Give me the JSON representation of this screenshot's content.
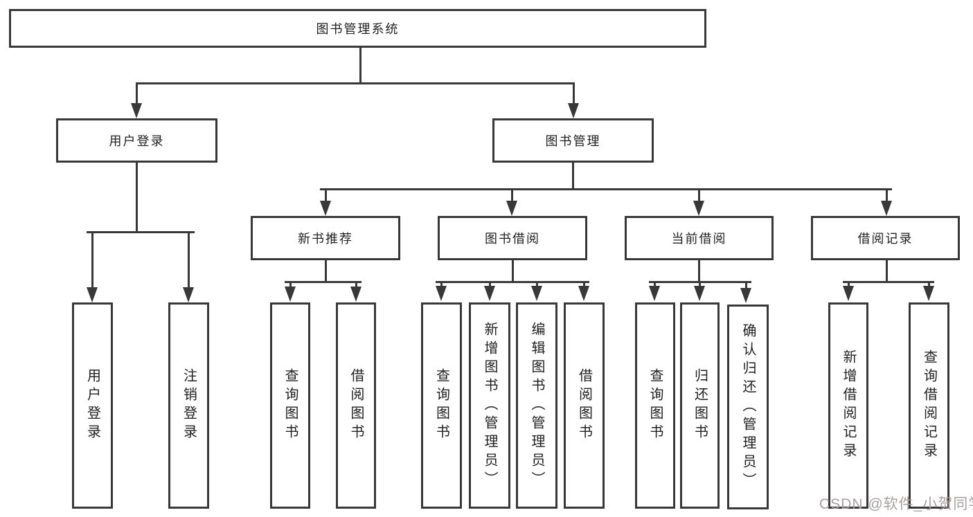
{
  "diagram": {
    "root_label": "图书管理系统",
    "level2": [
      {
        "label": "用户登录"
      },
      {
        "label": "图书管理"
      }
    ],
    "level3": [
      {
        "label": "新书推荐"
      },
      {
        "label": "图书借阅"
      },
      {
        "label": "当前借阅"
      },
      {
        "label": "借阅记录"
      }
    ],
    "leaves": [
      {
        "label": "用户登录"
      },
      {
        "label": "注销登录"
      },
      {
        "label": "查询图书"
      },
      {
        "label": "借阅图书"
      },
      {
        "label": "查询图书"
      },
      {
        "label": "新增图书（管理员）"
      },
      {
        "label": "编辑图书（管理员）"
      },
      {
        "label": "借阅图书"
      },
      {
        "label": "查询图书"
      },
      {
        "label": "归还图书"
      },
      {
        "label": "确认归还（管理员）"
      },
      {
        "label": "新增借阅记录"
      },
      {
        "label": "查询借阅记录"
      }
    ]
  },
  "watermark": {
    "text": "CSDN @软件_小贺同学"
  },
  "colors": {
    "line": "#383838",
    "box_border": "#383838",
    "text": "#1f1f1f",
    "watermark": "#a7a0a0",
    "background": "#ffffff"
  }
}
